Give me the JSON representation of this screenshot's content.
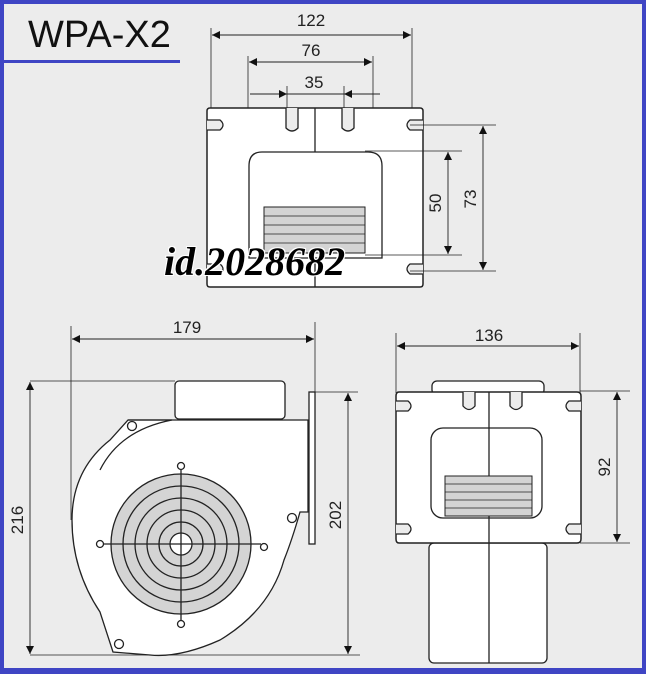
{
  "title": "WPA-X2",
  "watermark": "id.2028682",
  "colors": {
    "border": "#3f45c4",
    "background": "#ececec",
    "line": "#222222",
    "grille_fill": "#d4d4d4"
  },
  "views": {
    "top_view": {
      "dimensions": {
        "overall_width": "122",
        "slot_spacing_outer": "76",
        "slot_spacing_inner": "35",
        "outlet_height": "50",
        "mount_hole_spacing": "73"
      }
    },
    "side_view": {
      "dimensions": {
        "overall_width": "179",
        "overall_height": "216",
        "flange_height": "202"
      }
    },
    "front_view": {
      "dimensions": {
        "flange_width": "136",
        "mount_hole_spacing": "92"
      }
    }
  }
}
